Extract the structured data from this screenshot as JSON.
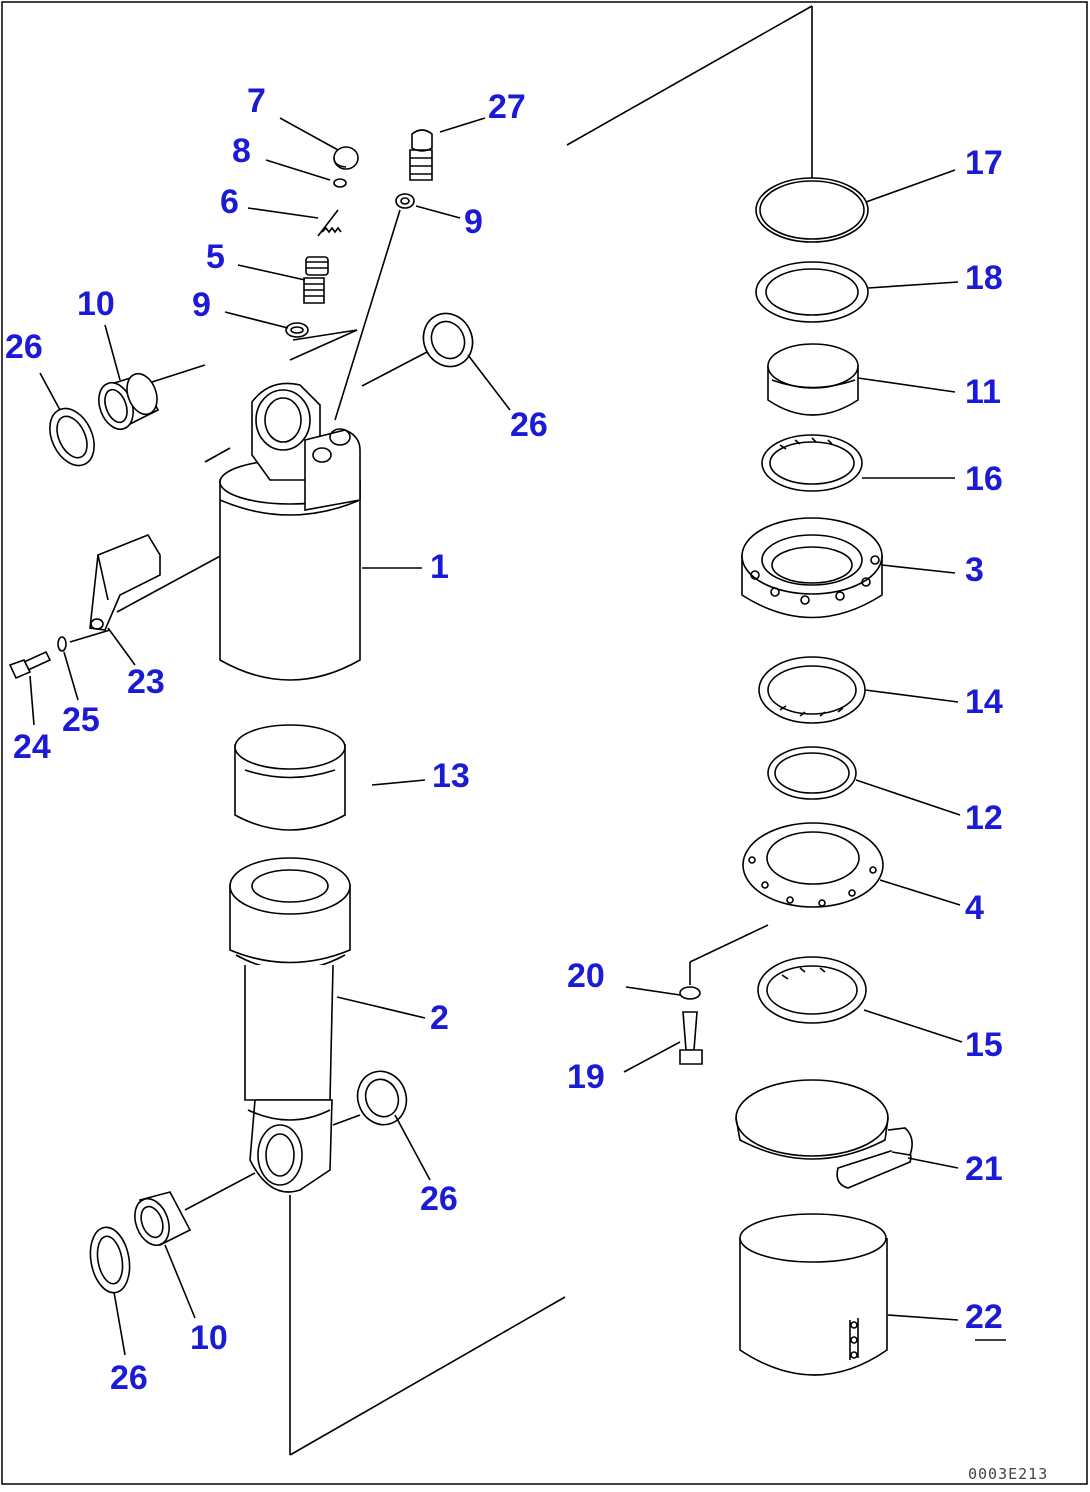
{
  "diagram": {
    "code": "0003E213",
    "colors": {
      "callout": "#1b1bd6",
      "line": "#000000",
      "background": "#ffffff"
    },
    "callouts": [
      {
        "id": "c7",
        "text": "7"
      },
      {
        "id": "c27",
        "text": "27"
      },
      {
        "id": "c8",
        "text": "8"
      },
      {
        "id": "c6",
        "text": "6"
      },
      {
        "id": "c9a",
        "text": "9"
      },
      {
        "id": "c5",
        "text": "5"
      },
      {
        "id": "c10a",
        "text": "10"
      },
      {
        "id": "c9b",
        "text": "9"
      },
      {
        "id": "c26a",
        "text": "26"
      },
      {
        "id": "c26b",
        "text": "26"
      },
      {
        "id": "c1",
        "text": "1"
      },
      {
        "id": "c23",
        "text": "23"
      },
      {
        "id": "c25",
        "text": "25"
      },
      {
        "id": "c24",
        "text": "24"
      },
      {
        "id": "c13",
        "text": "13"
      },
      {
        "id": "c2",
        "text": "2"
      },
      {
        "id": "c26c",
        "text": "26"
      },
      {
        "id": "c10b",
        "text": "10"
      },
      {
        "id": "c26d",
        "text": "26"
      },
      {
        "id": "c17",
        "text": "17"
      },
      {
        "id": "c18",
        "text": "18"
      },
      {
        "id": "c11",
        "text": "11"
      },
      {
        "id": "c16",
        "text": "16"
      },
      {
        "id": "c3",
        "text": "3"
      },
      {
        "id": "c14",
        "text": "14"
      },
      {
        "id": "c12",
        "text": "12"
      },
      {
        "id": "c4",
        "text": "4"
      },
      {
        "id": "c20",
        "text": "20"
      },
      {
        "id": "c19",
        "text": "19"
      },
      {
        "id": "c15",
        "text": "15"
      },
      {
        "id": "c21",
        "text": "21"
      },
      {
        "id": "c22",
        "text": "22"
      }
    ]
  }
}
